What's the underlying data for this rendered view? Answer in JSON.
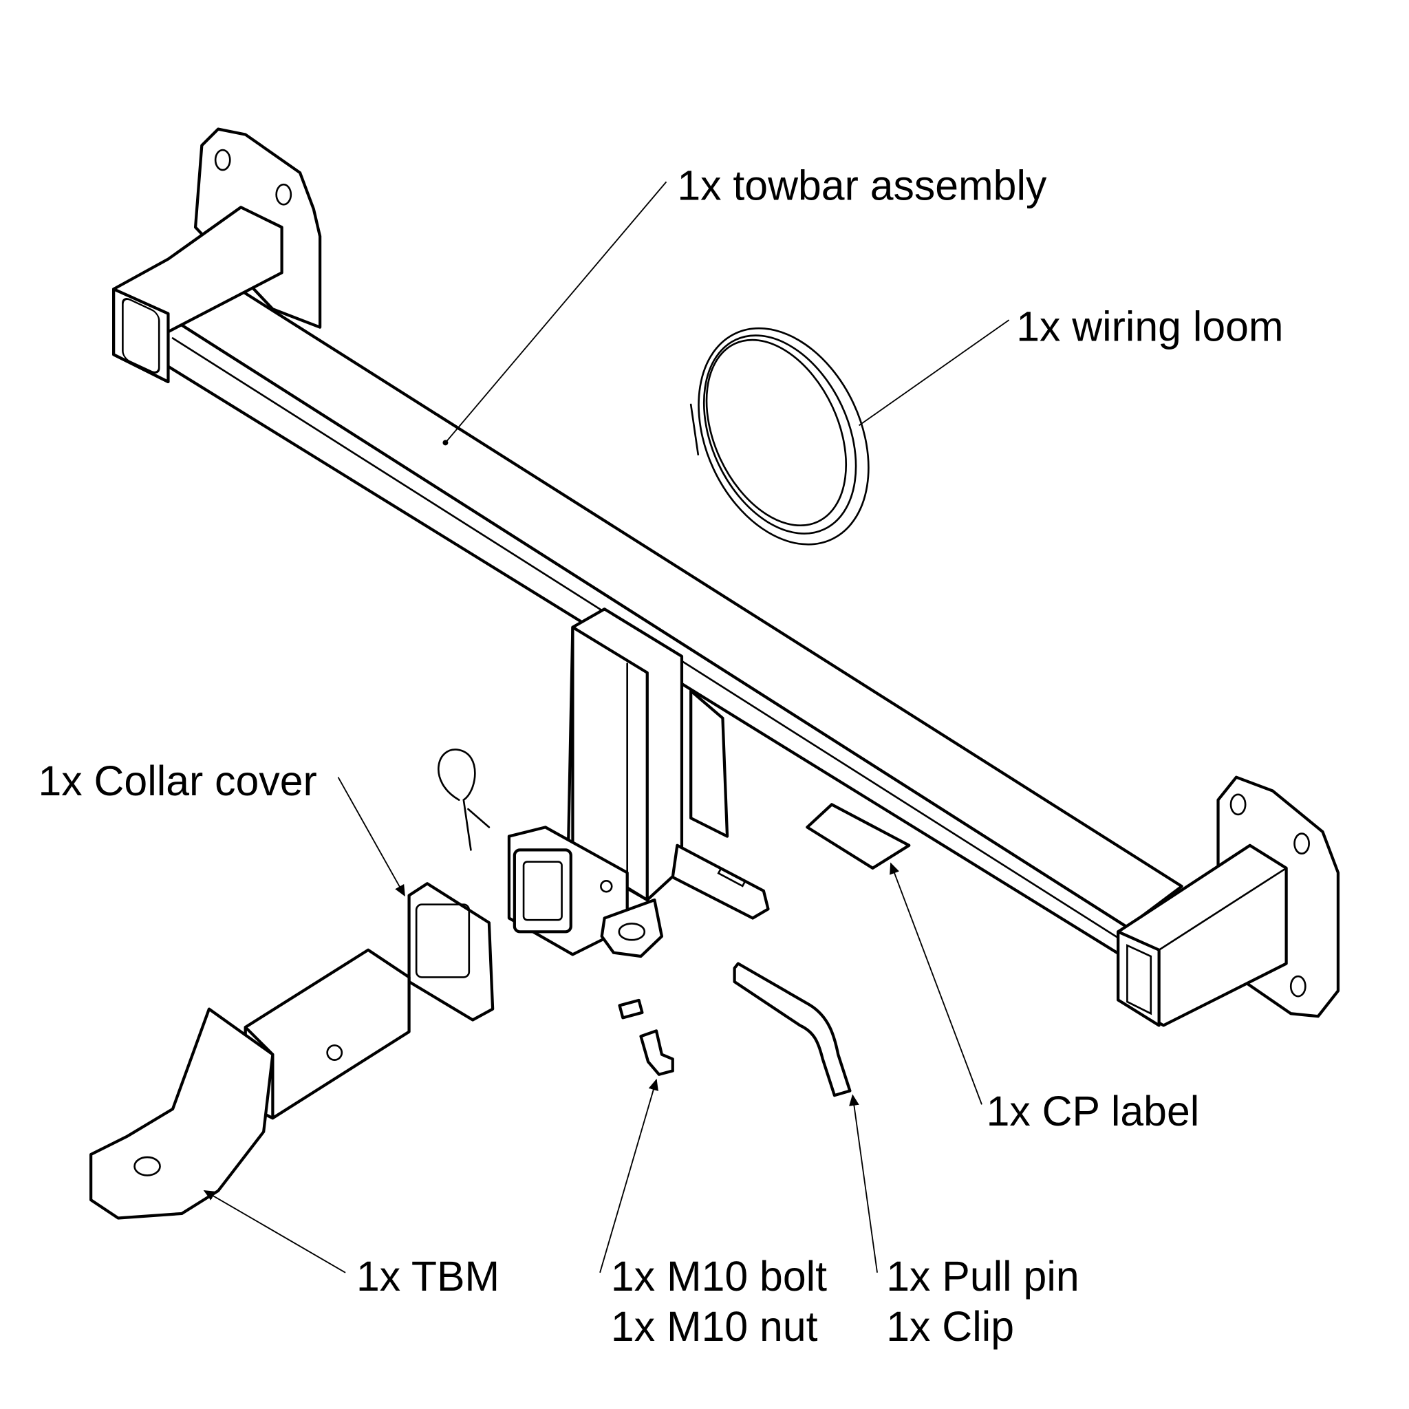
{
  "title": "Towbar kit contents",
  "labels": {
    "towbar_assembly": "1x towbar assembly",
    "wiring_loom": "1x wiring loom",
    "collar_cover": "1x Collar cover",
    "tbm": "1x TBM",
    "m10_bolt": "1x M10 bolt",
    "m10_nut": "1x M10 nut",
    "pull_pin": "1x Pull pin",
    "clip": "1x Clip",
    "cp_label": "1x CP label"
  }
}
